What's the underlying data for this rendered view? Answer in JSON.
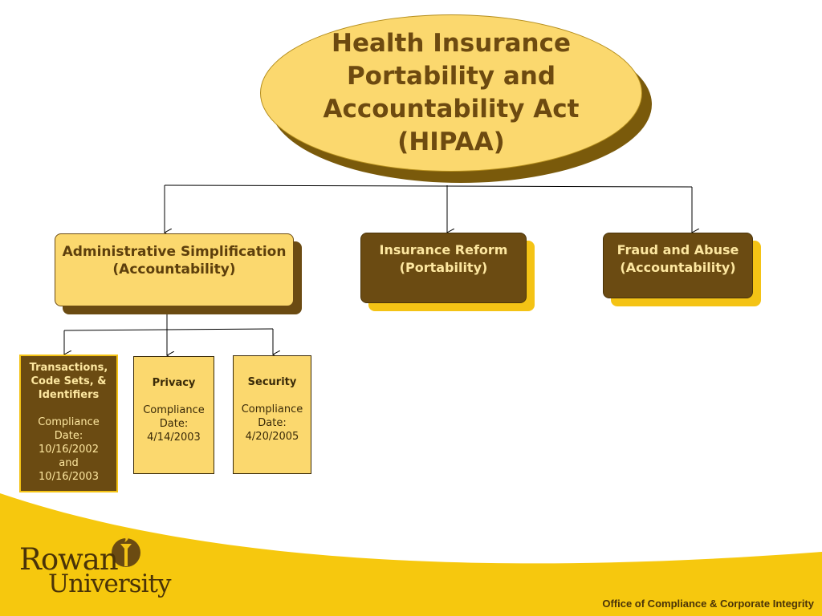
{
  "title": "Health Insurance\nPortability and\nAccountability Act\n(HIPAA)",
  "categories": {
    "admin": "Administrative Simplification\n(Accountability)",
    "insurance": "Insurance Reform\n(Portability)",
    "fraud": "Fraud and Abuse\n(Accountability)"
  },
  "rules": {
    "tcs": {
      "title": "Transactions,\nCode Sets, &\nIdentifiers",
      "body": "Compliance\nDate:\n10/16/2002\nand\n10/16/2003"
    },
    "privacy": {
      "title": "Privacy",
      "body": "Compliance\nDate:\n4/14/2003"
    },
    "security": {
      "title": "Security",
      "body": "Compliance\nDate:\n4/20/2005"
    }
  },
  "logo": {
    "line1": "Rowan",
    "line2": "University"
  },
  "footer": "Office of Compliance & Corporate Integrity",
  "colors": {
    "gold": "#f4c315",
    "light_gold": "#fbd86e",
    "brown": "#6b4b12"
  }
}
